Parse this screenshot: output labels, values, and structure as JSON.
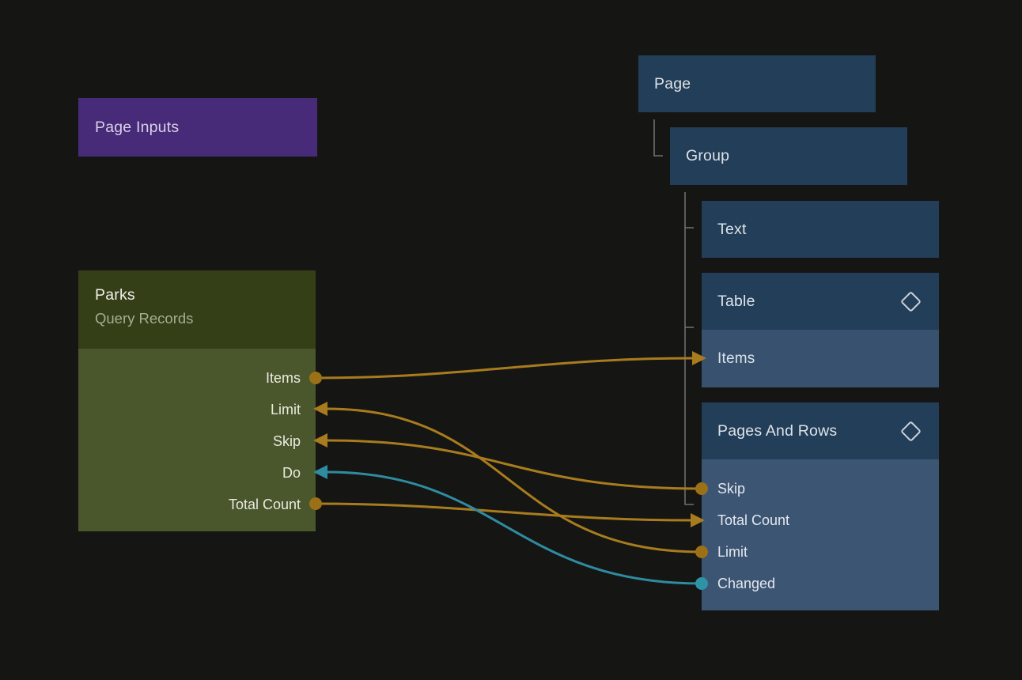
{
  "canvas": {
    "type": "flow-graph-editor",
    "background_color": "#151513"
  },
  "colors": {
    "edge_orange": "#a87c1e",
    "edge_orange_dot": "#9c7016",
    "edge_teal": "#2f8ba0",
    "edge_teal_dot": "#2f93a8",
    "node_purple": "#472a78",
    "node_green_header": "#343f18",
    "node_green_body": "#4a562b",
    "node_blue": "#223e58",
    "node_blue_light": "#37516f",
    "tree_line": "#6e6e6e"
  },
  "nodes": {
    "page_inputs": {
      "title": "Page Inputs"
    },
    "parks": {
      "title": "Parks",
      "subtitle": "Query Records",
      "ports": [
        {
          "label": "Items",
          "direction": "output",
          "color": "orange"
        },
        {
          "label": "Limit",
          "direction": "input",
          "color": "orange"
        },
        {
          "label": "Skip",
          "direction": "input",
          "color": "orange"
        },
        {
          "label": "Do",
          "direction": "input",
          "color": "teal"
        },
        {
          "label": "Total Count",
          "direction": "output",
          "color": "orange"
        }
      ]
    },
    "page": {
      "title": "Page"
    },
    "group": {
      "title": "Group"
    },
    "text": {
      "title": "Text"
    },
    "table": {
      "title": "Table",
      "has_diamond_icon": true,
      "ports": [
        {
          "label": "Items",
          "direction": "input",
          "color": "orange"
        }
      ]
    },
    "pages_and_rows": {
      "title": "Pages And Rows",
      "has_diamond_icon": true,
      "ports": [
        {
          "label": "Skip",
          "direction": "output",
          "color": "orange"
        },
        {
          "label": "Total Count",
          "direction": "input",
          "color": "orange"
        },
        {
          "label": "Limit",
          "direction": "output",
          "color": "orange"
        },
        {
          "label": "Changed",
          "direction": "output",
          "color": "teal"
        }
      ]
    }
  },
  "tree": {
    "hierarchy": "Page > Group > [Text, Table > Items, Pages And Rows]"
  },
  "edges": [
    {
      "from": "Parks.Items",
      "to": "Table.Items",
      "color": "orange"
    },
    {
      "from": "Pages And Rows.Limit",
      "to": "Parks.Limit",
      "color": "orange"
    },
    {
      "from": "Pages And Rows.Skip",
      "to": "Parks.Skip",
      "color": "orange"
    },
    {
      "from": "Pages And Rows.Changed",
      "to": "Parks.Do",
      "color": "teal"
    },
    {
      "from": "Parks.Total Count",
      "to": "Pages And Rows.Total Count",
      "color": "orange"
    }
  ]
}
